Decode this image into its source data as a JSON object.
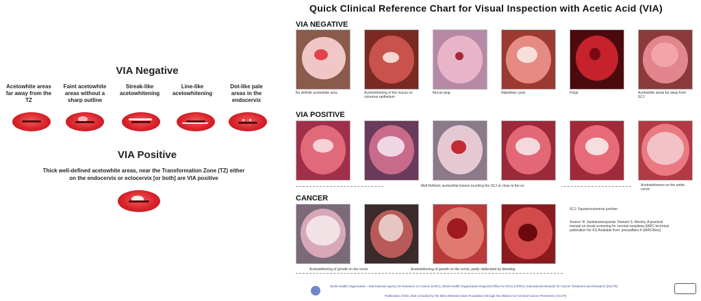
{
  "left": {
    "negative_heading": "VIA Negative",
    "negative_items": [
      {
        "label": "Acetowhite areas far away from the TZ"
      },
      {
        "label": "Faint acetowhite areas without a sharp outline"
      },
      {
        "label": "Streak-like acetowhitening"
      },
      {
        "label": "Line-like acetowhitening"
      },
      {
        "label": "Dot-like pale areas in the endocervix"
      }
    ],
    "positive_heading": "VIA Positive",
    "positive_text": "Thick well-defined acetowhite areas, near the Transformation Zone (TZ) either on the endocervix or ectocervix [or both] are VIA positive"
  },
  "right": {
    "title": "Quick Clinical Reference Chart for Visual Inspection with Acetic Acid (VIA)",
    "sections": {
      "negative": "VIA NEGATIVE",
      "positive": "VIA POSITIVE",
      "cancer": "CANCER"
    },
    "negative_captions": [
      "No definite acetowhite area",
      "Acetowhitening of the mucus on columnar epithelium",
      "Mucus plug",
      "Nabothian cysts",
      "Polyp",
      "Acetowhite areas far away from SCJ"
    ],
    "positive_caption_main": "Well-Defined, acetowhite lesions touching the SCJ or close to the os",
    "positive_caption_last": "Acetowhiteness on the entire cervix",
    "cancer_caption_1": "Acetowhitening of growth on the cervix",
    "cancer_caption_2": "Acetowhitening of growth on the cervix; partly obliterated by bleeding",
    "scj_note": "SCJ: Squamocolumnar junction",
    "source_note": "Source: R. Sankaranarayanan, Ramani S. Wesley. A practical manual on visual screening for cervical neoplasia (IARC technical publication No 41) Available from: pressaffairs.fr [IARC/fees]",
    "footer_line1": "World Health Organization - International Agency for Research on Cancer (IARC); World Health Organization Regional Office for Africa (AFRO); International Network for Cancer Treatment and Research (INCTR)",
    "footer_line2": "Publication of this chart is funded by the Bill & Melinda Gates Foundation through the Alliance for Cervical Cancer Prevention (ACCP)."
  },
  "colors": {
    "cervix_red": "#d8232c",
    "footer_blue": "#3a4a9a"
  }
}
